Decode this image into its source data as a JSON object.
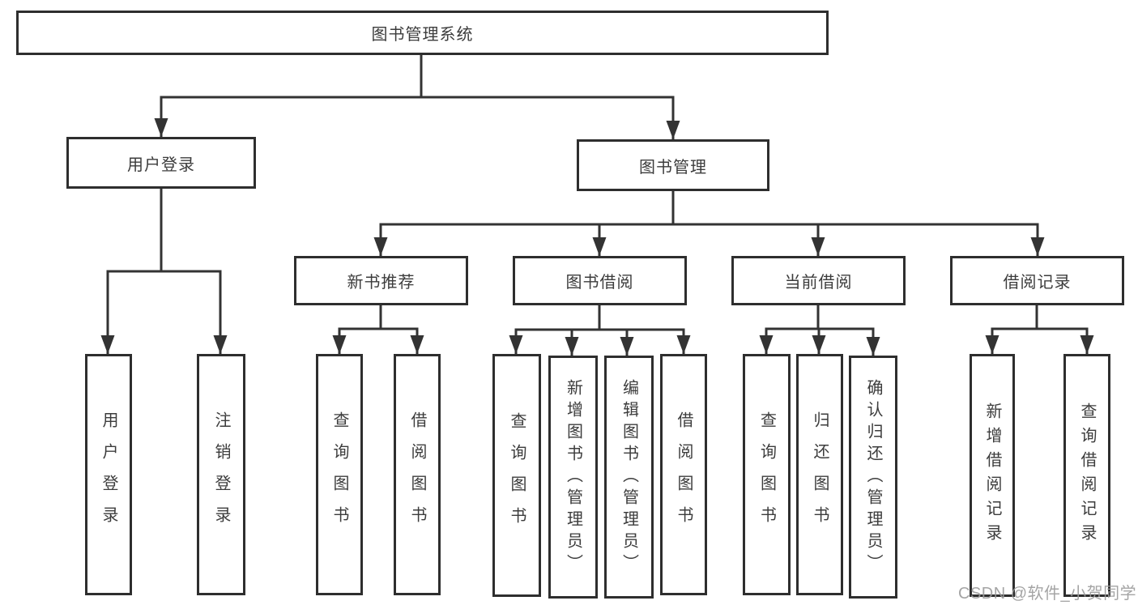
{
  "title": "图书管理系统",
  "colors": {
    "line": "#333333",
    "box_border": "#2e2e2e",
    "text": "#3c3c3c",
    "watermark": "#9b9b9b",
    "background": "#ffffff"
  },
  "tree": {
    "label": "图书管理系统",
    "children": [
      {
        "label": "用户登录",
        "children": [
          {
            "label": "用户登录"
          },
          {
            "label": "注销登录"
          }
        ]
      },
      {
        "label": "图书管理",
        "children": [
          {
            "label": "新书推荐",
            "children": [
              {
                "label": "查询图书"
              },
              {
                "label": "借阅图书"
              }
            ]
          },
          {
            "label": "图书借阅",
            "children": [
              {
                "label": "查询图书"
              },
              {
                "label": "新增图书（管理员）"
              },
              {
                "label": "编辑图书（管理员）"
              },
              {
                "label": "借阅图书"
              }
            ]
          },
          {
            "label": "当前借阅",
            "children": [
              {
                "label": "查询图书"
              },
              {
                "label": "归还图书"
              },
              {
                "label": "确认归还（管理员）"
              }
            ]
          },
          {
            "label": "借阅记录",
            "children": [
              {
                "label": "新增借阅记录"
              },
              {
                "label": "查询借阅记录"
              }
            ]
          }
        ]
      }
    ]
  },
  "watermark": "CSDN @软件_小贺同学"
}
